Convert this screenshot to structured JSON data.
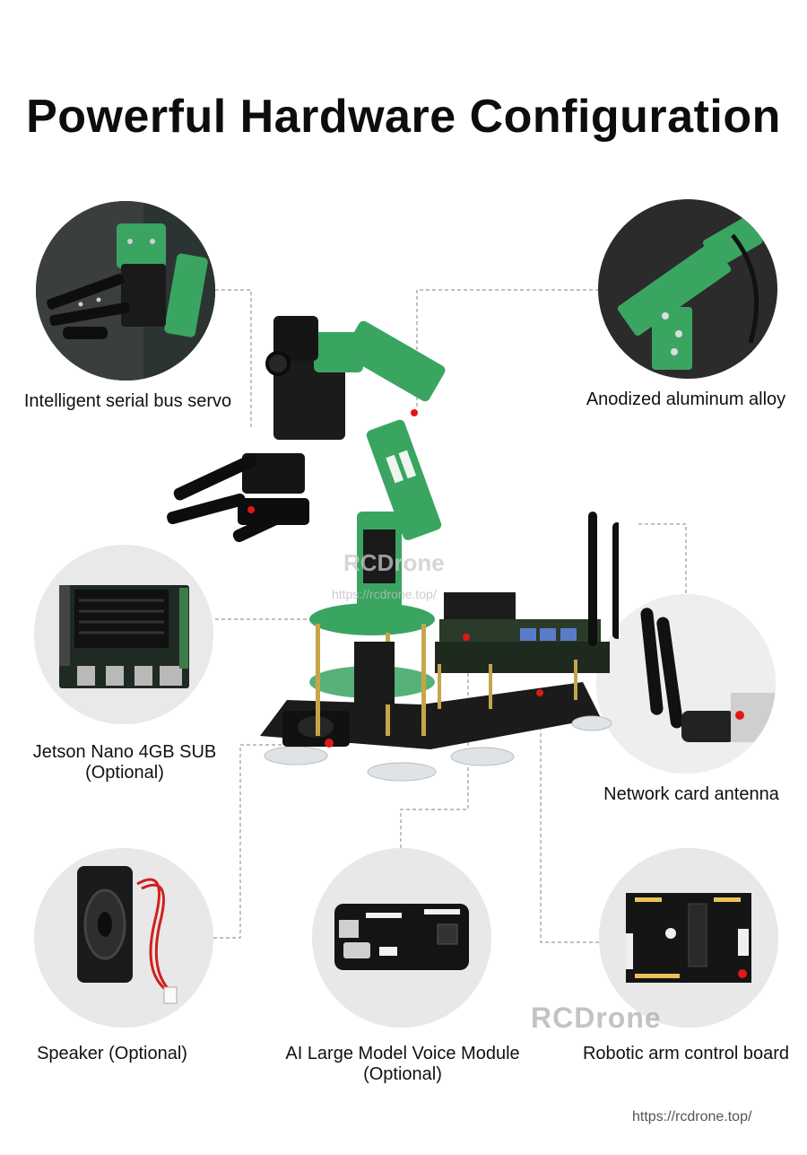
{
  "title": "Powerful Hardware Configuration",
  "features": {
    "servo": "Intelligent serial bus servo",
    "alloy": "Anodized  aluminum alloy",
    "jetson_line1": "Jetson Nano 4GB SUB",
    "jetson_line2": "(Optional)",
    "antenna": "Network card antenna",
    "speaker": "Speaker (Optional)",
    "voice_line1": "AI Large Model Voice Module",
    "voice_line2": "(Optional)",
    "board": "Robotic arm control board"
  },
  "watermarks": {
    "brand_center": "RCDrone",
    "url_center": "https://rcdrone.top/",
    "brand_bottom": "RCDrone",
    "footer_url": "https://rcdrone.top/"
  },
  "colors": {
    "arm_green": "#3aa561",
    "marker_red": "#e01818",
    "circle_bg": "#e8e8e8"
  }
}
